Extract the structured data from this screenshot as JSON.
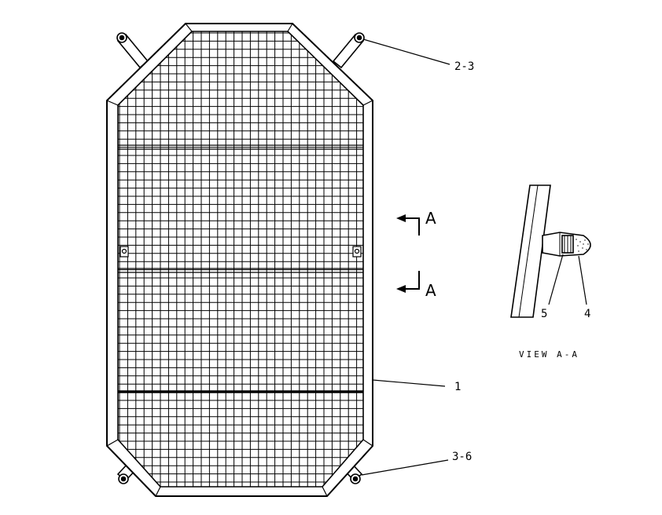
{
  "callouts": {
    "top_right": "2-3",
    "frame": "1",
    "bottom_right": "3-6",
    "detail_left": "5",
    "detail_right": "4"
  },
  "section": {
    "top_letter": "A",
    "bottom_letter": "A"
  },
  "view_caption": "VIEW A-A"
}
